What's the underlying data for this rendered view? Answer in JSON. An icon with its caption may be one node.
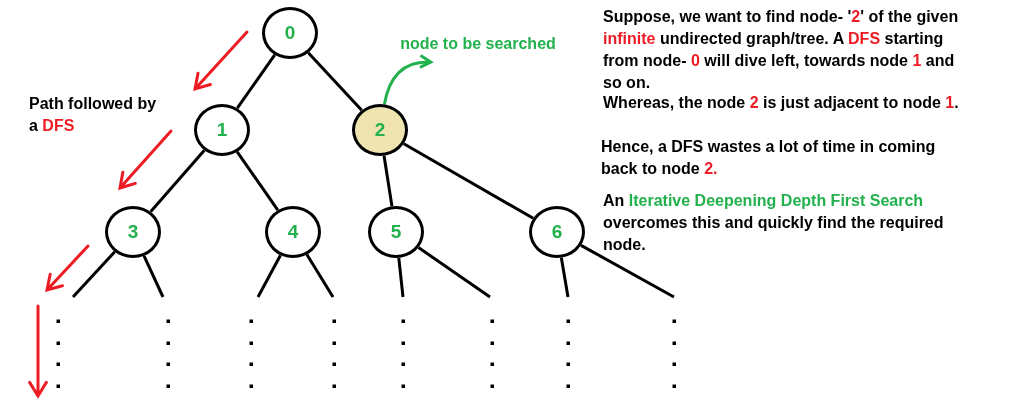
{
  "diagram": {
    "nodes": [
      {
        "text": [
          "0"
        ]
      },
      {
        "text": [
          "1"
        ]
      },
      {
        "text": [
          "2"
        ]
      },
      {
        "text": [
          "3"
        ]
      },
      {
        "text": [
          "4"
        ]
      },
      {
        "text": [
          "5"
        ]
      },
      {
        "text": [
          "6"
        ]
      },
      {
        "text": [
          "node to be searched"
        ]
      }
    ],
    "edges": [
      {
        "from": 0,
        "to": 1,
        "arrow": "none"
      },
      {
        "from": 0,
        "to": 2,
        "arrow": "none"
      },
      {
        "from": 1,
        "to": 3,
        "arrow": "none"
      },
      {
        "from": 1,
        "to": 4,
        "arrow": "none"
      },
      {
        "from": 2,
        "to": 5,
        "arrow": "none"
      },
      {
        "from": 2,
        "to": 6,
        "arrow": "none"
      },
      {
        "from": 2,
        "to": 7,
        "arrow": "to",
        "color": "#22b14c"
      },
      {
        "from": 3,
        "to": null,
        "arrow": "none"
      },
      {
        "from": 3,
        "to": null,
        "arrow": "none"
      },
      {
        "from": 4,
        "to": null,
        "arrow": "none"
      },
      {
        "from": 4,
        "to": null,
        "arrow": "none"
      },
      {
        "from": 5,
        "to": null,
        "arrow": "none"
      },
      {
        "from": 5,
        "to": null,
        "arrow": "none"
      },
      {
        "from": 6,
        "to": null,
        "arrow": "none"
      },
      {
        "from": 6,
        "to": null,
        "arrow": "none"
      }
    ],
    "labels": [
      "Path followed by a **DFS**",
      "Suppose, we want to find node- '**2**' of the given **infinite** undirected graph/tree. A **DFS** starting from node- **0** will dive left, towards node **1** and so on.",
      "Whereas, the node **2** is just adjacent to node **1**.",
      "Hence, a DFS wastes a lot of time in coming back to node **2.**",
      "An *Iterative Deepening Depth First Search* overcomes this and quickly find the required node."
    ]
  }
}
